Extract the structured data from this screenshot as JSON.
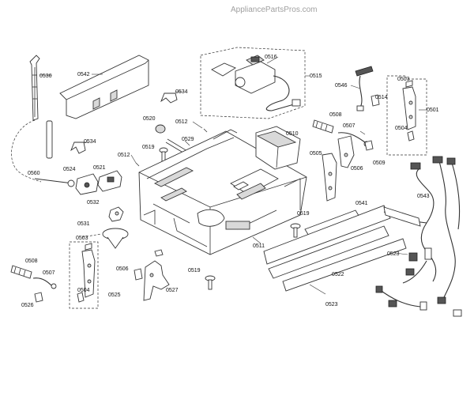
{
  "watermark": "AppliancePartsPros.com",
  "labels": [
    {
      "id": "0536",
      "text": "0536"
    },
    {
      "id": "0542",
      "text": "0542"
    },
    {
      "id": "0516",
      "text": "0516"
    },
    {
      "id": "0515",
      "text": "0515"
    },
    {
      "id": "0546",
      "text": "0546"
    },
    {
      "id": "0503a",
      "text": "0503"
    },
    {
      "id": "0534a",
      "text": "0534"
    },
    {
      "id": "0514",
      "text": "0514"
    },
    {
      "id": "0501",
      "text": "0501"
    },
    {
      "id": "0520",
      "text": "0520"
    },
    {
      "id": "0512a",
      "text": "0512"
    },
    {
      "id": "0508a",
      "text": "0508"
    },
    {
      "id": "0507a",
      "text": "0507"
    },
    {
      "id": "0504a",
      "text": "0504"
    },
    {
      "id": "0519a",
      "text": "0519"
    },
    {
      "id": "0529",
      "text": "0529"
    },
    {
      "id": "0510",
      "text": "0510"
    },
    {
      "id": "0534b",
      "text": "0534"
    },
    {
      "id": "0512b",
      "text": "0512"
    },
    {
      "id": "0505",
      "text": "0505"
    },
    {
      "id": "0506a",
      "text": "0506"
    },
    {
      "id": "0509",
      "text": "0509"
    },
    {
      "id": "0560",
      "text": "0560"
    },
    {
      "id": "0524",
      "text": "0524"
    },
    {
      "id": "0521",
      "text": "0521"
    },
    {
      "id": "0543",
      "text": "0543"
    },
    {
      "id": "0532",
      "text": "0532"
    },
    {
      "id": "0541",
      "text": "0541"
    },
    {
      "id": "0519b",
      "text": "0519"
    },
    {
      "id": "0531",
      "text": "0531"
    },
    {
      "id": "0503b",
      "text": "0503"
    },
    {
      "id": "0511",
      "text": "0511"
    },
    {
      "id": "0523a",
      "text": "0523"
    },
    {
      "id": "0508b",
      "text": "0508"
    },
    {
      "id": "0506b",
      "text": "0506"
    },
    {
      "id": "0519c",
      "text": "0519"
    },
    {
      "id": "0522",
      "text": "0522"
    },
    {
      "id": "0507b",
      "text": "0507"
    },
    {
      "id": "0504b",
      "text": "0504"
    },
    {
      "id": "0527",
      "text": "0527"
    },
    {
      "id": "0525",
      "text": "0525"
    },
    {
      "id": "0526",
      "text": "0526"
    },
    {
      "id": "0523b",
      "text": "0523"
    }
  ]
}
